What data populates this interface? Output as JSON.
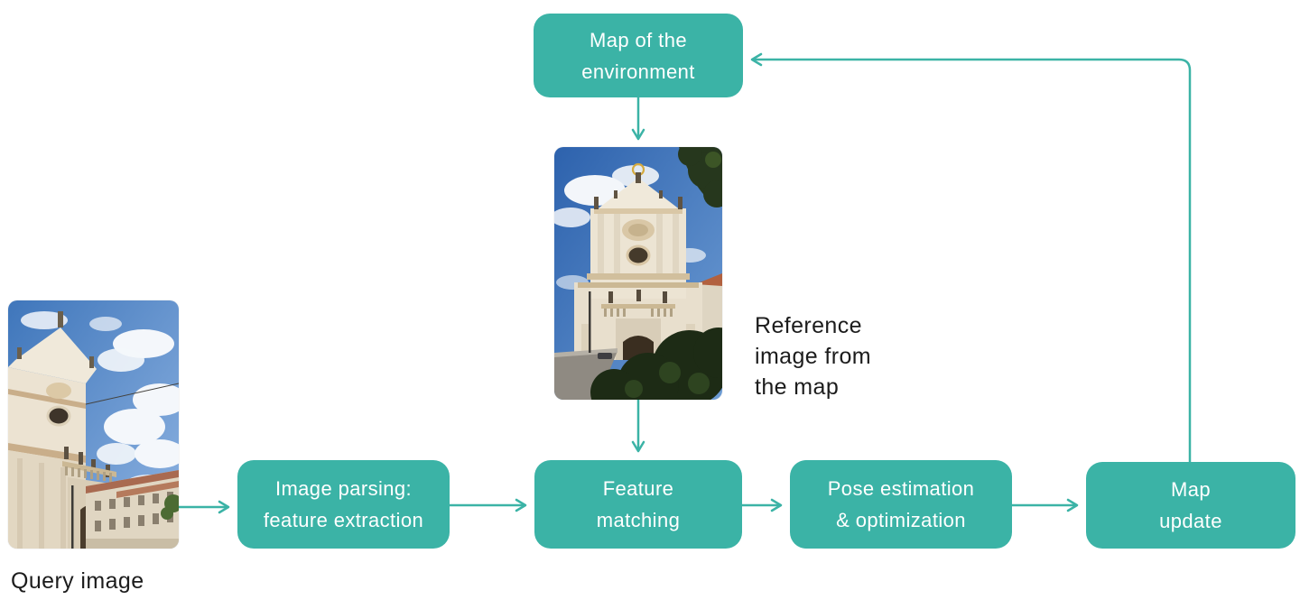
{
  "colors": {
    "accent": "#3bb3a6",
    "box_text": "#ffffff",
    "label_text": "#1c1c1c",
    "background": "#ffffff"
  },
  "nodes": {
    "map_environment": {
      "label": "Map of the\nenvironment"
    },
    "image_parsing": {
      "label": "Image parsing:\nfeature extraction"
    },
    "feature_matching": {
      "label": "Feature\nmatching"
    },
    "pose_estimation": {
      "label": "Pose estimation\n& optimization"
    },
    "map_update": {
      "label": "Map\nupdate"
    }
  },
  "captions": {
    "query_image": "Query image",
    "reference_image": "Reference\nimage from\nthe map"
  },
  "photos": {
    "query": {
      "description": "Baroque church facade seen from street level against a blue sky with cumulus clouds"
    },
    "reference": {
      "description": "Frontal view of the same baroque church facade with blue sky, tree foliage and bushes"
    }
  },
  "edges": [
    {
      "from": "query-image",
      "to": "image-parsing"
    },
    {
      "from": "image-parsing",
      "to": "feature-matching"
    },
    {
      "from": "map-environment",
      "to": "reference-image"
    },
    {
      "from": "reference-image",
      "to": "feature-matching"
    },
    {
      "from": "feature-matching",
      "to": "pose-estimation"
    },
    {
      "from": "pose-estimation",
      "to": "map-update"
    },
    {
      "from": "map-update",
      "to": "map-environment"
    }
  ]
}
